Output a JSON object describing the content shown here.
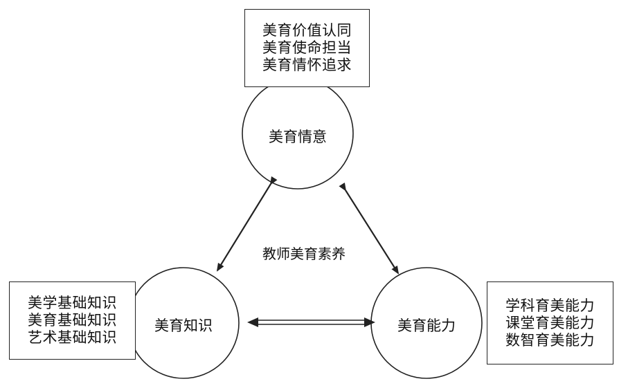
{
  "diagram": {
    "center": "教师美育素养",
    "nodes": {
      "emotion": {
        "label": "美育情意",
        "box": [
          "美育价值认同",
          "美育使命担当",
          "美育情怀追求"
        ]
      },
      "knowledge": {
        "label": "美育知识",
        "box": [
          "美学基础知识",
          "美育基础知识",
          "艺术基础知识"
        ]
      },
      "ability": {
        "label": "美育能力",
        "box": [
          "学科育美能力",
          "课堂育美能力",
          "数智育美能力"
        ]
      }
    },
    "colors": {
      "stroke": "#222222",
      "text": "#111111",
      "background": "#ffffff"
    }
  }
}
